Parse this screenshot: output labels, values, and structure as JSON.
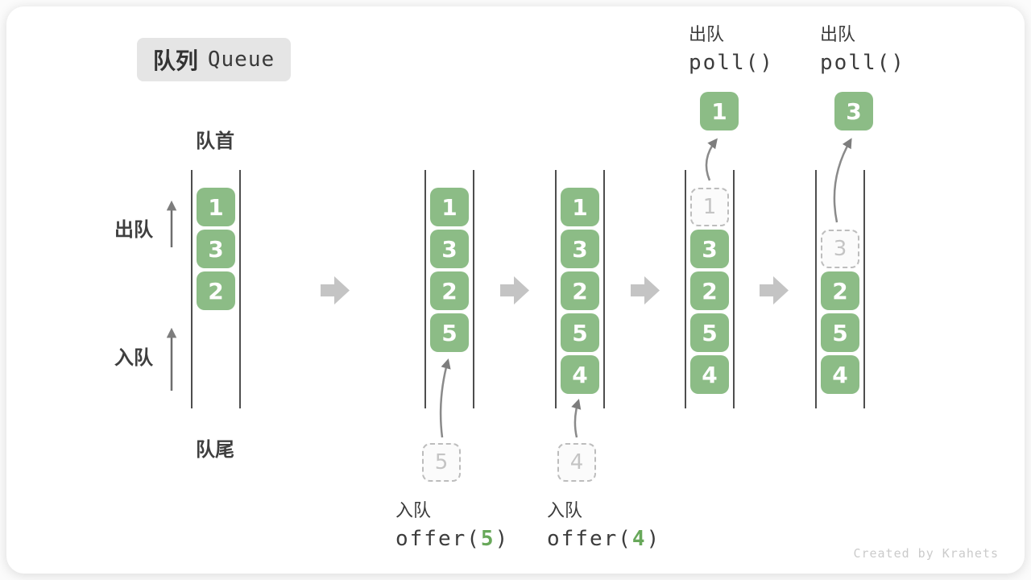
{
  "title": {
    "zh": "队列",
    "en": "Queue"
  },
  "labels": {
    "front": "队首",
    "rear": "队尾",
    "dequeue": "出队",
    "enqueue": "入队"
  },
  "operations": {
    "offer5": {
      "name": "入队",
      "code_before": "offer(",
      "arg": "5",
      "code_after": ")"
    },
    "offer4": {
      "name": "入队",
      "code_before": "offer(",
      "arg": "4",
      "code_after": ")"
    },
    "poll1": {
      "name": "出队",
      "code": "poll()"
    },
    "poll3": {
      "name": "出队",
      "code": "poll()"
    }
  },
  "states": [
    {
      "cells": [
        "1",
        "3",
        "2"
      ]
    },
    {
      "cells": [
        "1",
        "3",
        "2",
        "5"
      ],
      "incoming": "5"
    },
    {
      "cells": [
        "1",
        "3",
        "2",
        "5",
        "4"
      ],
      "incoming": "4"
    },
    {
      "removed": "1",
      "cells": [
        "3",
        "2",
        "5",
        "4"
      ],
      "extracted": "1"
    },
    {
      "removed": "3",
      "cells": [
        "2",
        "5",
        "4"
      ],
      "extracted": "3"
    }
  ],
  "watermark": "Created by Krahets",
  "colors": {
    "cell_green": "#8CBC86",
    "code_arg_green": "#68A85A",
    "flow_arrow_gray": "#C4C4C4",
    "thin_arrow_gray": "#7D7D7D",
    "dashed_gray": "#BDBDBD",
    "wall_gray": "#4E4E4E",
    "text_dark": "#3C3C3C",
    "badge_bg": "#E5E5E5",
    "watermark_gray": "#CBCBCB"
  }
}
